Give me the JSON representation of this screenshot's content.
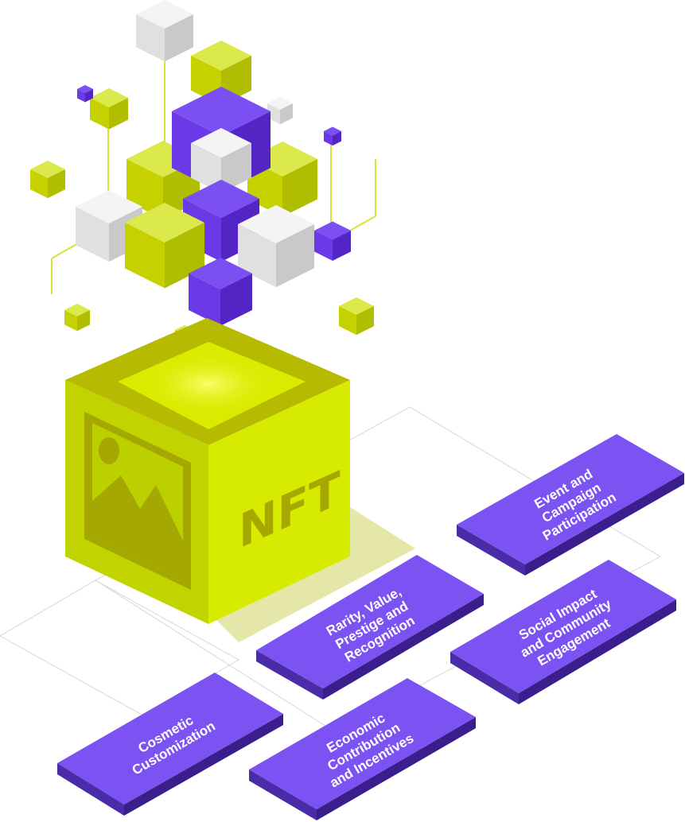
{
  "main_cube": {
    "label": "NFT",
    "colors": {
      "top": "#b3b500",
      "inner": "#d9ec00",
      "left": "#bfd200",
      "right": "#d6ea00",
      "shade": "#a3a700",
      "glow": "#f7ff4a"
    }
  },
  "palette": {
    "lime_top": "#dbe94a",
    "lime_left": "#c5d200",
    "lime_right": "#b1bd00",
    "white_top": "#f4f4f4",
    "white_left": "#e0e0e0",
    "white_right": "#c9c9c9",
    "purple_top": "#7c4ff2",
    "purple_left": "#6a3ae6",
    "purple_right": "#5325c4",
    "tile_top": "#7d52f2",
    "tile_side_front": "#4a2ba8",
    "tile_side_right": "#3a1f8c",
    "line": "#d9e23a",
    "floor_line": "#dcdcdc",
    "floor_shadow": "#e4e6a8"
  },
  "tiles": [
    {
      "id": "event",
      "lines": [
        "Event and",
        "Campaign",
        "Participation"
      ]
    },
    {
      "id": "rarity",
      "lines": [
        "Rarity, Value,",
        "Prestige and",
        "Recognition"
      ]
    },
    {
      "id": "social",
      "lines": [
        "Social Impact",
        "and Community",
        "Engagement"
      ]
    },
    {
      "id": "cosmetic",
      "lines": [
        "Cosmetic",
        "Customization"
      ]
    },
    {
      "id": "economic",
      "lines": [
        "Economic",
        "Contribution",
        "and Incentives"
      ]
    }
  ]
}
